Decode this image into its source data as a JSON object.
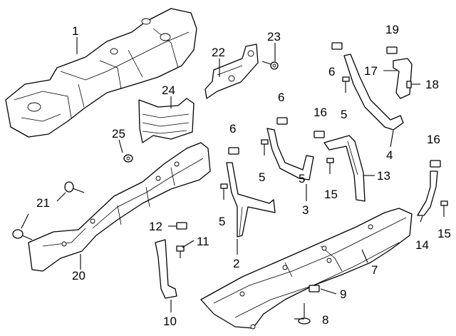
{
  "callouts": [
    {
      "id": "c1",
      "label": "1"
    },
    {
      "id": "c2",
      "label": "2"
    },
    {
      "id": "c3",
      "label": "3"
    },
    {
      "id": "c4",
      "label": "4"
    },
    {
      "id": "c5a",
      "label": "5"
    },
    {
      "id": "c5b",
      "label": "5"
    },
    {
      "id": "c5c",
      "label": "5"
    },
    {
      "id": "c5d",
      "label": "5"
    },
    {
      "id": "c6a",
      "label": "6"
    },
    {
      "id": "c6b",
      "label": "6"
    },
    {
      "id": "c6c",
      "label": "6"
    },
    {
      "id": "c7",
      "label": "7"
    },
    {
      "id": "c8",
      "label": "8"
    },
    {
      "id": "c9",
      "label": "9"
    },
    {
      "id": "c10",
      "label": "10"
    },
    {
      "id": "c11",
      "label": "11"
    },
    {
      "id": "c12",
      "label": "12"
    },
    {
      "id": "c13",
      "label": "13"
    },
    {
      "id": "c14",
      "label": "14"
    },
    {
      "id": "c15a",
      "label": "15"
    },
    {
      "id": "c15b",
      "label": "15"
    },
    {
      "id": "c16a",
      "label": "16"
    },
    {
      "id": "c16b",
      "label": "16"
    },
    {
      "id": "c17",
      "label": "17"
    },
    {
      "id": "c18",
      "label": "18"
    },
    {
      "id": "c19",
      "label": "19"
    },
    {
      "id": "c20",
      "label": "20"
    },
    {
      "id": "c21",
      "label": "21"
    },
    {
      "id": "c22",
      "label": "22"
    },
    {
      "id": "c23",
      "label": "23"
    },
    {
      "id": "c24",
      "label": "24"
    },
    {
      "id": "c25",
      "label": "25"
    }
  ]
}
